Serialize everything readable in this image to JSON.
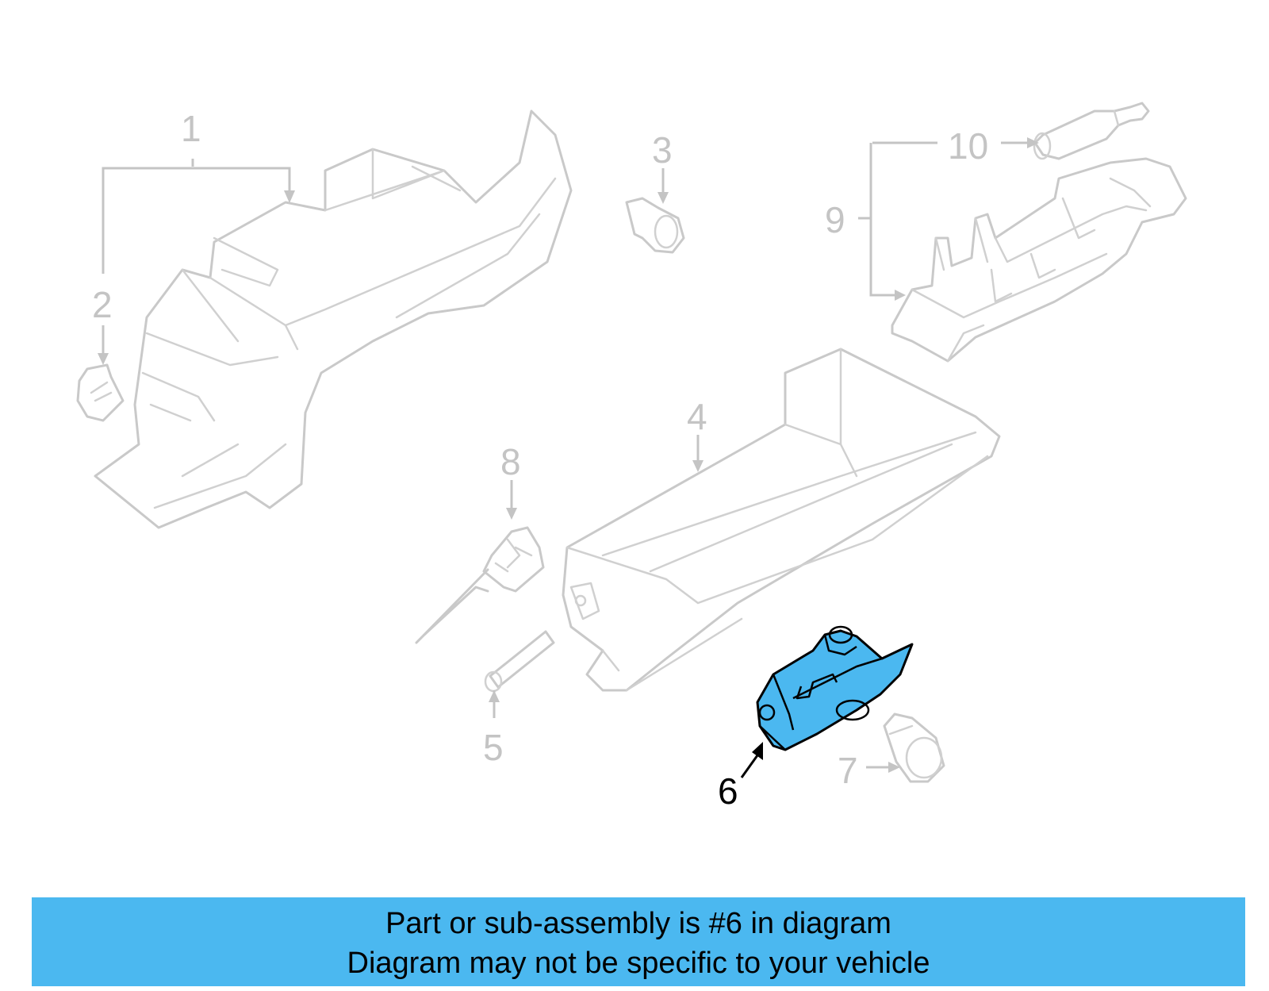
{
  "callouts": {
    "c1": "1",
    "c2": "2",
    "c3": "3",
    "c4": "4",
    "c5": "5",
    "c6": "6",
    "c7": "7",
    "c8": "8",
    "c9": "9",
    "c10": "10"
  },
  "highlight": {
    "part": "6",
    "color": "#4bb8f0"
  },
  "banner": {
    "line1": "Part or sub-assembly is #6 in diagram",
    "line2": "Diagram may not be specific to your vehicle",
    "color": "#4bb8f0"
  }
}
